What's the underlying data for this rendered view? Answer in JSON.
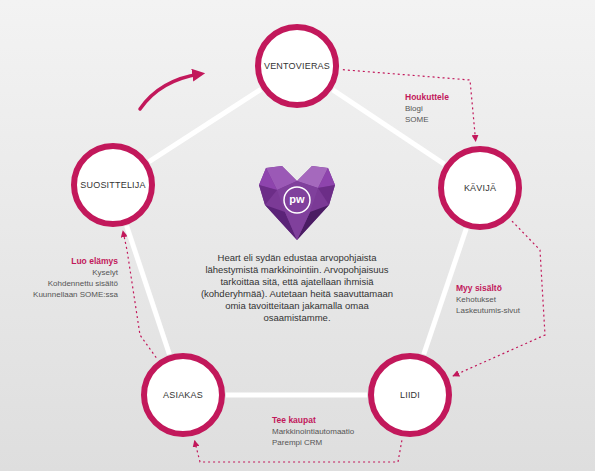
{
  "diagram": {
    "nodes": [
      {
        "text": [
          "VENTOVIERAS"
        ]
      },
      {
        "text": [
          "KÄVIJÄ"
        ]
      },
      {
        "text": [
          "LIIDI"
        ]
      },
      {
        "text": [
          "ASIAKAS"
        ]
      },
      {
        "text": [
          "SUOSITTELIJA"
        ]
      }
    ],
    "edges": [
      {
        "from": 0,
        "to": 1,
        "arrow": "none"
      },
      {
        "from": 1,
        "to": 2,
        "arrow": "none"
      },
      {
        "from": 2,
        "to": 3,
        "arrow": "none"
      },
      {
        "from": 3,
        "to": 4,
        "arrow": "none"
      },
      {
        "from": 4,
        "to": 0,
        "arrow": "none"
      },
      {
        "from": 0,
        "to": 1,
        "label": "Houkuttele",
        "arrow": "to"
      },
      {
        "from": 1,
        "to": 2,
        "label": "Myy sisältö",
        "arrow": "to"
      },
      {
        "from": 2,
        "to": 3,
        "label": "Tee kaupat",
        "arrow": "to"
      },
      {
        "from": 3,
        "to": 4,
        "label": "Luo elämys",
        "arrow": "to"
      }
    ],
    "labels": [
      "Blogi",
      "SOME",
      "Kehotukset",
      "Laskeutumis-sivut",
      "Markkinointiautomaatio",
      "Parempi CRM",
      "Kyselyt",
      "Kohdennettu sisältö",
      "Kuunnellaan SOME:ssa",
      "pw",
      "Heart eli sydän edustaa arvopohjaista lähestymistä markkinointiin. Arvopohjaisuus tarkoittaa sitä, että ajatellaan ihmisiä (kohderyhmää). Autetaan heitä saavuttamaan omia tavoitteitaan jakamalla omaa osaamistamme."
    ]
  }
}
